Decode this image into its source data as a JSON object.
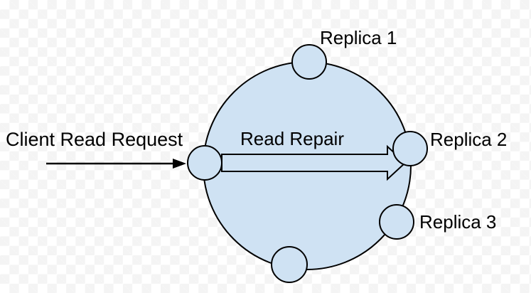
{
  "colors": {
    "shape_fill": "#cfe2f3",
    "shape_stroke": "#000000",
    "arrow_color": "#000000",
    "text_color": "#000000",
    "background_checker_light": "#ffffff",
    "background_checker_gray": "#f4f4f4"
  },
  "diagram": {
    "type": "ring-cluster-read-repair",
    "labels": {
      "client_request": "Client Read Request",
      "read_repair": "Read Repair"
    },
    "nodes": [
      {
        "id": "replica-1",
        "label": "Replica 1"
      },
      {
        "id": "replica-2",
        "label": "Replica 2"
      },
      {
        "id": "replica-3",
        "label": "Replica 3"
      },
      {
        "id": "coordinator-node",
        "label": ""
      },
      {
        "id": "bottom-node",
        "label": ""
      }
    ]
  }
}
